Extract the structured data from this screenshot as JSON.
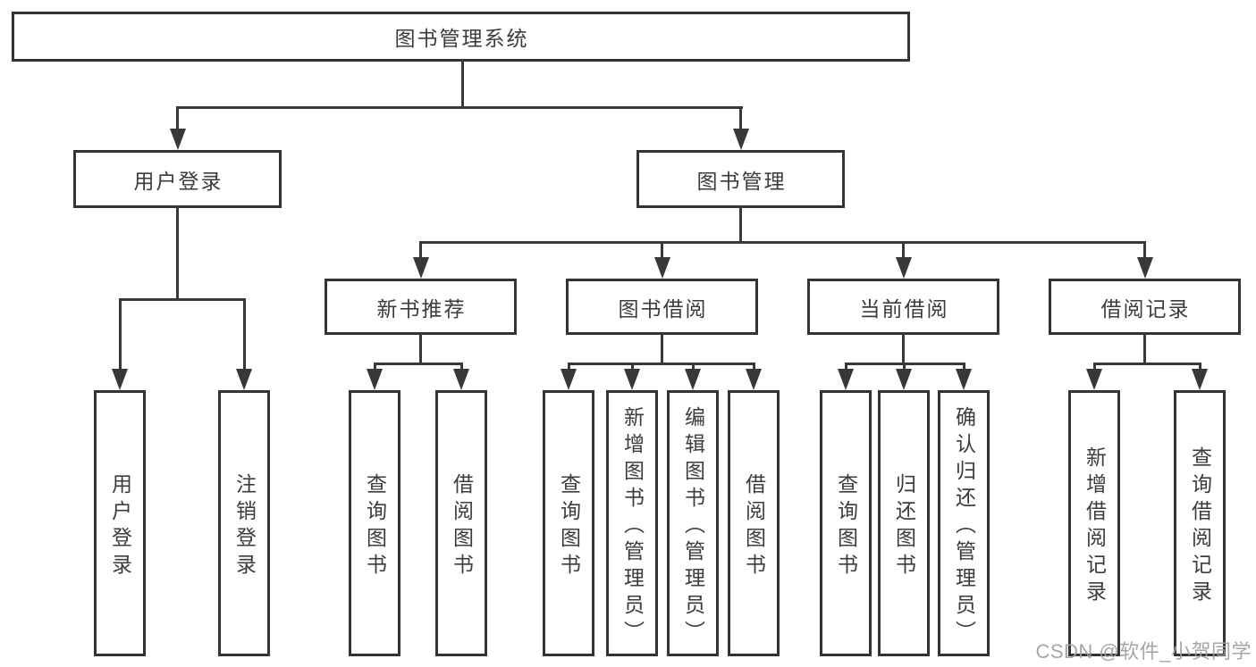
{
  "tree": {
    "label": "图书管理系统",
    "children": [
      {
        "label": "用户登录",
        "children": [
          {
            "label": "用户登录"
          },
          {
            "label": "注销登录"
          }
        ]
      },
      {
        "label": "图书管理",
        "children": [
          {
            "label": "新书推荐",
            "children": [
              {
                "label": "查询图书"
              },
              {
                "label": "借阅图书"
              }
            ]
          },
          {
            "label": "图书借阅",
            "children": [
              {
                "label": "查询图书"
              },
              {
                "label": "新增图书（管理员）"
              },
              {
                "label": "编辑图书（管理员）"
              },
              {
                "label": "借阅图书"
              }
            ]
          },
          {
            "label": "当前借阅",
            "children": [
              {
                "label": "查询图书"
              },
              {
                "label": "归还图书"
              },
              {
                "label": "确认归还（管理员）"
              }
            ]
          },
          {
            "label": "借阅记录",
            "children": [
              {
                "label": "新增借阅记录"
              },
              {
                "label": "查询借阅记录"
              }
            ]
          }
        ]
      }
    ]
  },
  "watermark": {
    "text": "CSDN @软件_小贺同学"
  },
  "colors": {
    "line": "#383838",
    "border": "#343434",
    "text": "#3c3c3c",
    "watermark": "#9e9e9e",
    "background": "#ffffff"
  }
}
